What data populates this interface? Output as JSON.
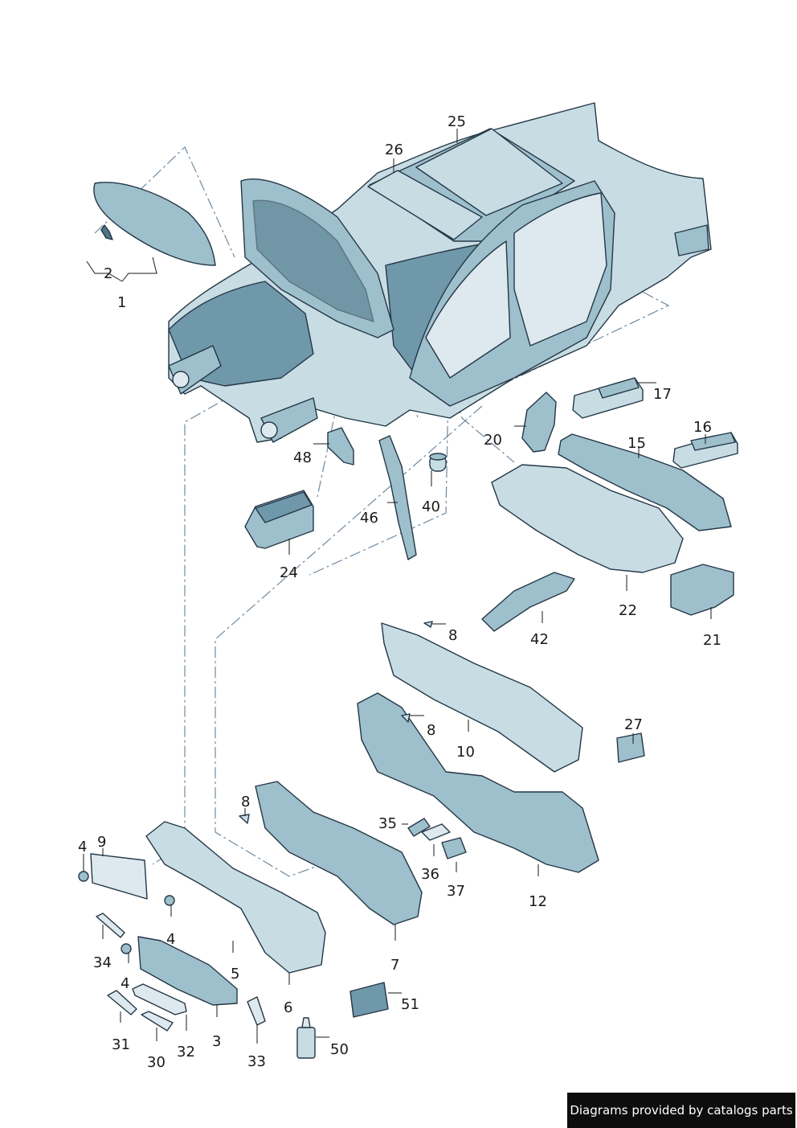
{
  "callouts": [
    {
      "id": "c1",
      "label": "1"
    },
    {
      "id": "c2",
      "label": "2"
    },
    {
      "id": "c3",
      "label": "3"
    },
    {
      "id": "c4a",
      "label": "4"
    },
    {
      "id": "c4b",
      "label": "4"
    },
    {
      "id": "c4c",
      "label": "4"
    },
    {
      "id": "c5",
      "label": "5"
    },
    {
      "id": "c6",
      "label": "6"
    },
    {
      "id": "c7",
      "label": "7"
    },
    {
      "id": "c8a",
      "label": "8"
    },
    {
      "id": "c8b",
      "label": "8"
    },
    {
      "id": "c8c",
      "label": "8"
    },
    {
      "id": "c9",
      "label": "9"
    },
    {
      "id": "c10",
      "label": "10"
    },
    {
      "id": "c12",
      "label": "12"
    },
    {
      "id": "c15",
      "label": "15"
    },
    {
      "id": "c16",
      "label": "16"
    },
    {
      "id": "c17",
      "label": "17"
    },
    {
      "id": "c20",
      "label": "20"
    },
    {
      "id": "c21",
      "label": "21"
    },
    {
      "id": "c22",
      "label": "22"
    },
    {
      "id": "c24",
      "label": "24"
    },
    {
      "id": "c25",
      "label": "25"
    },
    {
      "id": "c26",
      "label": "26"
    },
    {
      "id": "c27",
      "label": "27"
    },
    {
      "id": "c30",
      "label": "30"
    },
    {
      "id": "c31",
      "label": "31"
    },
    {
      "id": "c32",
      "label": "32"
    },
    {
      "id": "c33",
      "label": "33"
    },
    {
      "id": "c34",
      "label": "34"
    },
    {
      "id": "c35",
      "label": "35"
    },
    {
      "id": "c36",
      "label": "36"
    },
    {
      "id": "c37",
      "label": "37"
    },
    {
      "id": "c40",
      "label": "40"
    },
    {
      "id": "c42",
      "label": "42"
    },
    {
      "id": "c46",
      "label": "46"
    },
    {
      "id": "c48",
      "label": "48"
    },
    {
      "id": "c50",
      "label": "50"
    },
    {
      "id": "c51",
      "label": "51"
    }
  ],
  "footer": {
    "credit": "Diagrams provided by catalogs parts"
  },
  "colors": {
    "part_fill": "#9ebfcc",
    "part_dark": "#6f98aa",
    "outline": "#243746",
    "dash": "#6f8aa0"
  }
}
